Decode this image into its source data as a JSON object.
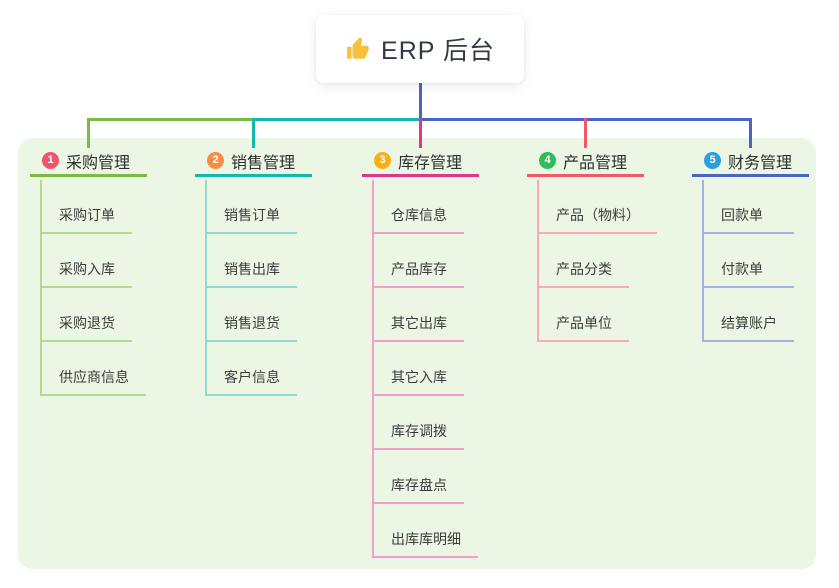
{
  "root": {
    "label": "ERP 后台",
    "icon": "thumbs-up-icon",
    "icon_color": "#f7c239",
    "line_color": "#4a63c8"
  },
  "panel": {
    "background": "#ebf7e4"
  },
  "branches": [
    {
      "index": "1",
      "label": "采购管理",
      "badge_color": "#f4516c",
      "line_color": "#7cbb43",
      "light_color": "#b2da90",
      "children": [
        "采购订单",
        "采购入库",
        "采购退货",
        "供应商信息"
      ]
    },
    {
      "index": "2",
      "label": "销售管理",
      "badge_color": "#fb8c46",
      "line_color": "#13b8ab",
      "light_color": "#8fd9cf",
      "children": [
        "销售订单",
        "销售出库",
        "销售退货",
        "客户信息"
      ]
    },
    {
      "index": "3",
      "label": "库存管理",
      "badge_color": "#fcae13",
      "line_color": "#e0368c",
      "light_color": "#f2a0cb",
      "children": [
        "仓库信息",
        "产品库存",
        "其它出库",
        "其它入库",
        "库存调拨",
        "库存盘点",
        "出库库明细"
      ]
    },
    {
      "index": "4",
      "label": "产品管理",
      "badge_color": "#2ebd59",
      "line_color": "#f4566a",
      "light_color": "#f8abb4",
      "children": [
        "产品（物料）",
        "产品分类",
        "产品单位"
      ]
    },
    {
      "index": "5",
      "label": "财务管理",
      "badge_color": "#2b9fe0",
      "line_color": "#4a63c8",
      "light_color": "#a5b2e2",
      "children": [
        "回款单",
        "付款单",
        "结算账户"
      ]
    }
  ]
}
